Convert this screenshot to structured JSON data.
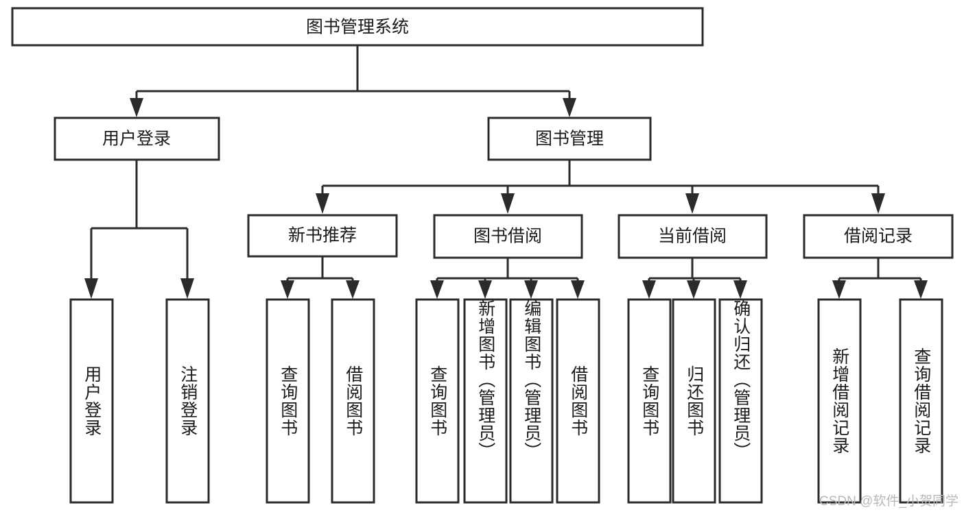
{
  "diagram": {
    "title": "图书管理系统",
    "watermark": "CSDN @软件_小贺同学",
    "colors": {
      "box_stroke": "#2b2b2b",
      "box_fill": "#ffffff",
      "text": "#1a1a1a",
      "watermark": "#b8b8b8",
      "background": "#ffffff"
    },
    "root": {
      "label": "图书管理系统"
    },
    "level1": [
      {
        "label": "用户登录"
      },
      {
        "label": "图书管理"
      }
    ],
    "level2": [
      {
        "label": "新书推荐"
      },
      {
        "label": "图书借阅"
      },
      {
        "label": "当前借阅"
      },
      {
        "label": "借阅记录"
      }
    ],
    "leaves": {
      "user_login": [
        {
          "label": "用户登录"
        },
        {
          "label": "注销登录"
        }
      ],
      "new_book_recommend": [
        {
          "label": "查询图书"
        },
        {
          "label": "借阅图书"
        }
      ],
      "book_borrow": [
        {
          "label": "查询图书"
        },
        {
          "label": "新增图书（管理员）"
        },
        {
          "label": "编辑图书（管理员）"
        },
        {
          "label": "借阅图书"
        }
      ],
      "current_borrow": [
        {
          "label": "查询图书"
        },
        {
          "label": "归还图书"
        },
        {
          "label": "确认归还（管理员）"
        }
      ],
      "borrow_record": [
        {
          "label": "新增借阅记录"
        },
        {
          "label": "查询借阅记录"
        }
      ]
    }
  }
}
